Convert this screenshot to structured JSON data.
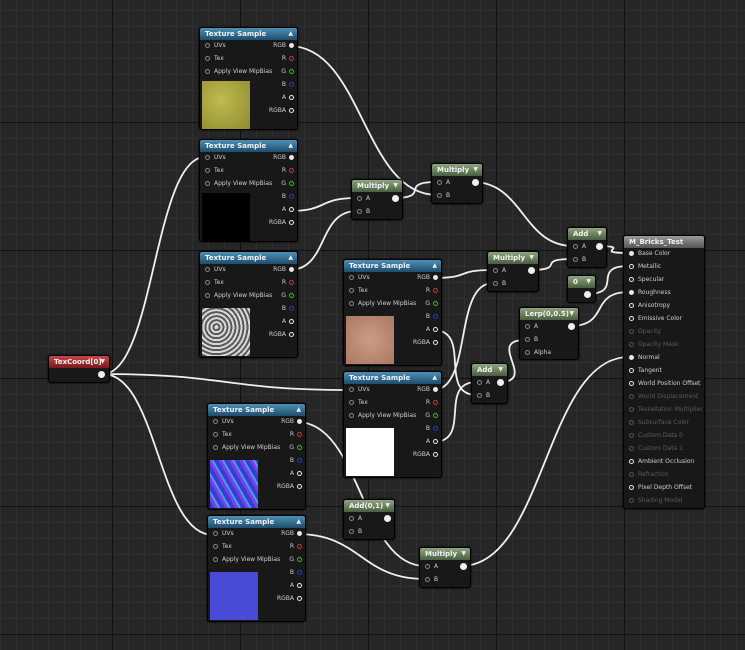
{
  "nodes": {
    "tex1": {
      "title": "Texture Sample",
      "inputs": [
        "UVs",
        "Tex",
        "Apply View MipBias"
      ],
      "outputs": [
        "RGB",
        "R",
        "G",
        "B",
        "A",
        "RGBA"
      ],
      "swatch": "#a8a43e"
    },
    "tex2": {
      "title": "Texture Sample",
      "inputs": [
        "UVs",
        "Tex",
        "Apply View MipBias"
      ],
      "outputs": [
        "RGB",
        "R",
        "G",
        "B",
        "A",
        "RGBA"
      ],
      "swatch": "#000000"
    },
    "tex3": {
      "title": "Texture Sample",
      "inputs": [
        "UVs",
        "Tex",
        "Apply View MipBias"
      ],
      "outputs": [
        "RGB",
        "R",
        "G",
        "B",
        "A",
        "RGBA"
      ],
      "swatch": "#9c9c9c"
    },
    "tex4": {
      "title": "Texture Sample",
      "inputs": [
        "UVs",
        "Tex",
        "Apply View MipBias"
      ],
      "outputs": [
        "RGB",
        "R",
        "G",
        "B",
        "A",
        "RGBA"
      ],
      "swatch": "#c0907a"
    },
    "tex5": {
      "title": "Texture Sample",
      "inputs": [
        "UVs",
        "Tex",
        "Apply View MipBias"
      ],
      "outputs": [
        "RGB",
        "R",
        "G",
        "B",
        "A",
        "RGBA"
      ],
      "swatch": "#ffffff"
    },
    "tex6": {
      "title": "Texture Sample",
      "inputs": [
        "UVs",
        "Tex",
        "Apply View MipBias"
      ],
      "outputs": [
        "RGB",
        "R",
        "G",
        "B",
        "A",
        "RGBA"
      ],
      "swatch": "#5050e0"
    },
    "tex7": {
      "title": "Texture Sample",
      "inputs": [
        "UVs",
        "Tex",
        "Apply View MipBias"
      ],
      "outputs": [
        "RGB",
        "R",
        "G",
        "B",
        "A",
        "RGBA"
      ],
      "swatch": "#4a4ad8"
    },
    "texcoord": {
      "title": "TexCoord[0]"
    },
    "mul1": {
      "title": "Multiply",
      "inputs": [
        "A",
        "B"
      ]
    },
    "mul2": {
      "title": "Multiply",
      "inputs": [
        "A",
        "B"
      ]
    },
    "mul3": {
      "title": "Multiply",
      "inputs": [
        "A",
        "B"
      ]
    },
    "mul4": {
      "title": "Multiply",
      "inputs": [
        "A",
        "B"
      ]
    },
    "add1": {
      "title": "Add",
      "inputs": [
        "A",
        "B"
      ]
    },
    "add2": {
      "title": "Add",
      "inputs": [
        "A",
        "B"
      ]
    },
    "add3": {
      "title": "Add(0,1)",
      "inputs": [
        "A",
        "B"
      ]
    },
    "lerp": {
      "title": "Lerp(0,0.5)",
      "inputs": [
        "A",
        "B",
        "Alpha"
      ]
    },
    "const0": {
      "title": "0"
    },
    "material": {
      "title": "M_Bricks_Test",
      "inputs": [
        {
          "label": "Base Color",
          "active": true
        },
        {
          "label": "Metallic",
          "active": true
        },
        {
          "label": "Specular",
          "active": true
        },
        {
          "label": "Roughness",
          "active": true
        },
        {
          "label": "Anisotropy",
          "active": true
        },
        {
          "label": "Emissive Color",
          "active": true
        },
        {
          "label": "Opacity",
          "active": false
        },
        {
          "label": "Opacity Mask",
          "active": false
        },
        {
          "label": "Normal",
          "active": true
        },
        {
          "label": "Tangent",
          "active": true
        },
        {
          "label": "World Position Offset",
          "active": true
        },
        {
          "label": "World Displacement",
          "active": false
        },
        {
          "label": "Tessellation Multiplier",
          "active": false
        },
        {
          "label": "Subsurface Color",
          "active": false
        },
        {
          "label": "Custom Data 0",
          "active": false
        },
        {
          "label": "Custom Data 1",
          "active": false
        },
        {
          "label": "Ambient Occlusion",
          "active": true
        },
        {
          "label": "Refraction",
          "active": false
        },
        {
          "label": "Pixel Depth Offset",
          "active": true
        },
        {
          "label": "Shading Model",
          "active": false
        }
      ]
    }
  },
  "icons": {
    "collapse": "triangle-up-icon"
  },
  "colors": {
    "texture_header": "#2f6d94",
    "math_header": "#6a8060",
    "texcoord_header": "#a02a2e",
    "material_header": "#7a7a7a",
    "wire": "#f0f0f0"
  }
}
